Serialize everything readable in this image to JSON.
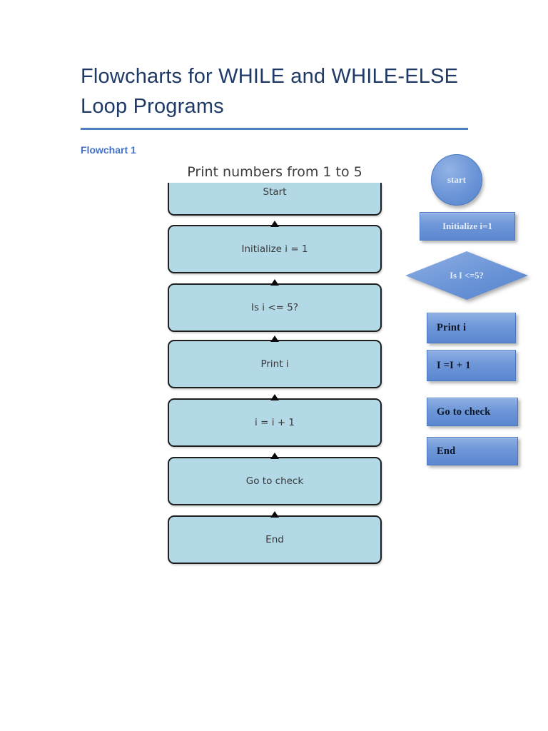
{
  "document": {
    "title": "Flowcharts for WHILE and WHILE-ELSE Loop Programs",
    "section_label": "Flowchart 1"
  },
  "flowchart": {
    "heading": "Print numbers from 1 to 5",
    "steps": [
      "Start",
      "Initialize i = 1",
      "Is i <= 5?",
      "Print i",
      "i = i + 1",
      "Go to check",
      "End"
    ]
  },
  "side_diagram": {
    "start_circle": "start",
    "initialize_box": "Initialize i=1",
    "decision_diamond": "Is I <=5?",
    "print_box": "Print i",
    "increment_box": "I =I + 1",
    "goto_box": "Go to check",
    "end_box": "End"
  },
  "colors": {
    "title_navy": "#1f3a66",
    "accent_blue": "#4472c4",
    "rule_blue": "#4d7ec0",
    "flow_box_fill": "#b3d9e6",
    "flow_box_border": "#1e1e1e",
    "shape_blue": "#5b87d0",
    "shape_highlight": "#8fb0e4",
    "shape_border": "#4a78c2",
    "light_label": "#e4ecf8",
    "dark_label": "#0e1627",
    "figure_text": "#3d3d3d"
  }
}
